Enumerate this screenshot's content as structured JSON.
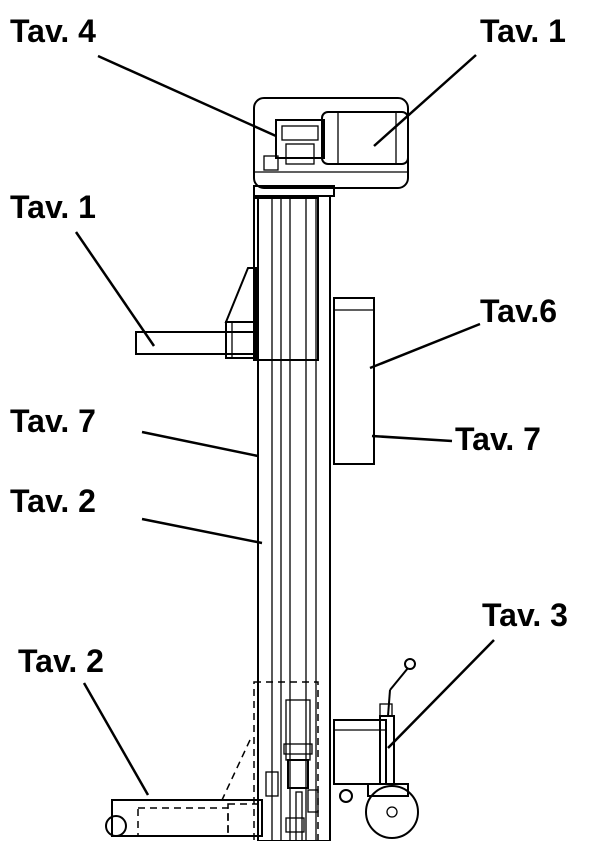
{
  "callouts": {
    "top_left_tav4": "Tav. 4",
    "top_right_tav1": "Tav. 1",
    "left_arm_tav1": "Tav. 1",
    "right_plate_tav6": "Tav.6",
    "left_column_tav7": "Tav. 7",
    "right_plate_tav7": "Tav. 7",
    "left_column_tav2": "Tav. 2",
    "right_base_tav3": "Tav. 3",
    "bottom_left_tav2": "Tav. 2"
  },
  "colors": {
    "ink": "#000000",
    "paper": "#ffffff"
  }
}
